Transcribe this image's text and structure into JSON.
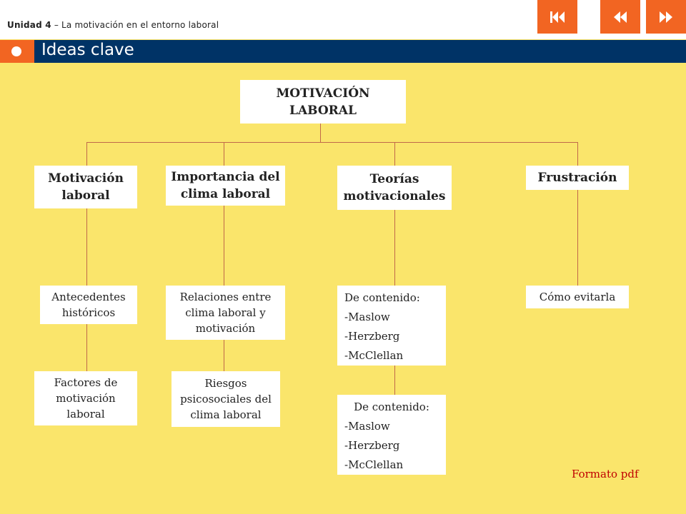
{
  "header": {
    "unit_label": "Unidad 4",
    "unit_separator": " – ",
    "unit_title": "La motivación en el entorno laboral",
    "nav": [
      {
        "name": "first-page",
        "icon": "skip-to-start-icon"
      },
      {
        "name": "previous-page",
        "icon": "rewind-icon"
      },
      {
        "name": "next-page",
        "icon": "fast-forward-icon"
      }
    ],
    "accent": "#f26522",
    "bar_color": "#003366"
  },
  "section_title": "Ideas clave",
  "diagram": {
    "root": [
      "MOTIVACIÓN",
      "LABORAL"
    ],
    "branches": [
      {
        "label": [
          "Motivación",
          "laboral"
        ]
      },
      {
        "label": [
          "Importancia del",
          "clima laboral"
        ]
      },
      {
        "label": [
          "Teorías",
          "motivacionales"
        ]
      },
      {
        "label": [
          "Frustración"
        ]
      }
    ],
    "b1_children": [
      [
        "Antecedentes",
        "históricos"
      ],
      [
        "Factores de",
        "motivación",
        "laboral"
      ]
    ],
    "b2_children": [
      [
        "Relaciones entre",
        "clima laboral y",
        "motivación"
      ],
      [
        "Riesgos",
        "psicosociales del",
        "clima laboral"
      ]
    ],
    "b3_children": [
      {
        "title": "De contenido:",
        "items": [
          "-Maslow",
          "-Herzberg",
          "-McClellan"
        ]
      },
      {
        "title": "De contenido:",
        "items": [
          "-Maslow",
          "-Herzberg",
          "-McClellan"
        ]
      }
    ],
    "b4_children": [
      [
        "Cómo evitarla"
      ]
    ]
  },
  "pdf_link": "Formato pdf"
}
